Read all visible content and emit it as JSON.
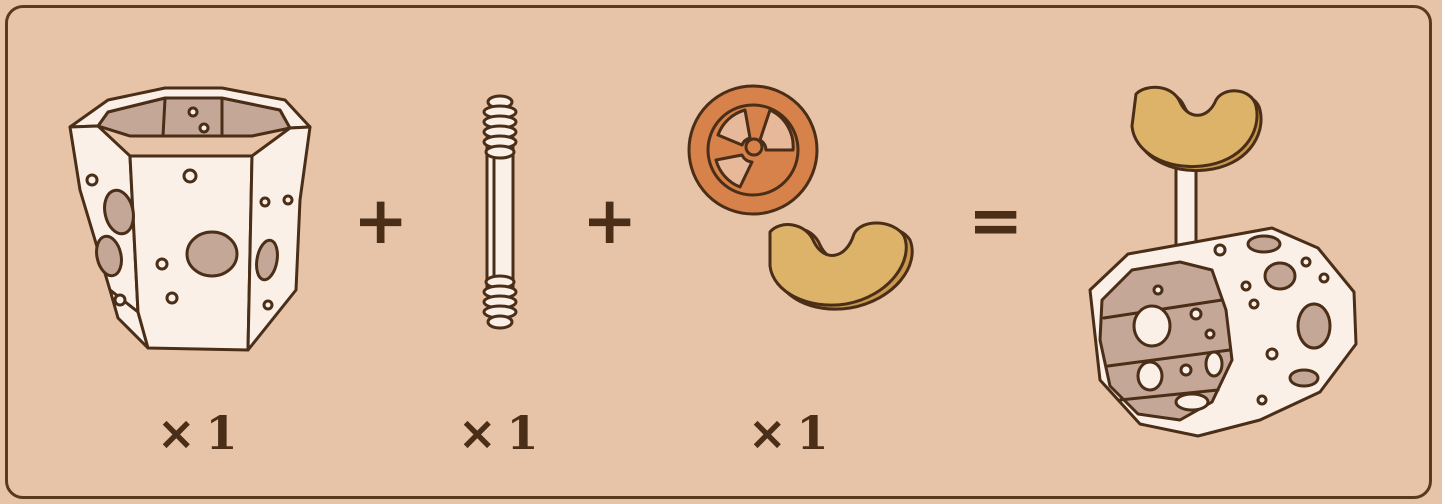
{
  "recipe": {
    "ingredients": [
      {
        "name": "octagonal-frame",
        "quantity_mark": "×",
        "quantity": "1"
      },
      {
        "name": "threaded-rod",
        "quantity_mark": "×",
        "quantity": "1"
      },
      {
        "name": "wheel-and-crescent-tile",
        "quantity_mark": "×",
        "quantity": "1"
      }
    ],
    "operators": {
      "plus": "+",
      "equals": "="
    },
    "result": "assembled-cat-tower"
  },
  "colors": {
    "background": "#e7c4a8",
    "outline": "#4a2e17",
    "frame_fill": "#fbf0e8",
    "frame_inner": "#c4a797",
    "wheel_fill": "#d6824a",
    "crescent_fill": "#ddb36a",
    "crescent_edge": "#c9984e"
  }
}
